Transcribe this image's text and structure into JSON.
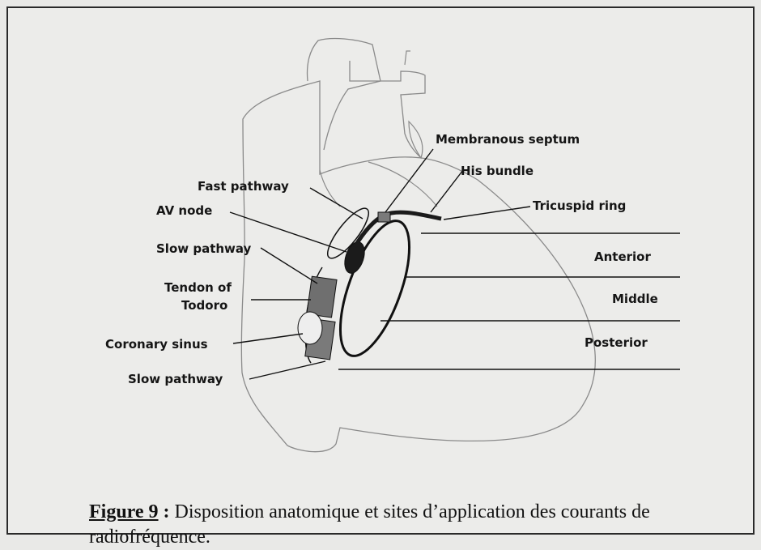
{
  "labels": {
    "membranous_septum": "Membranous septum",
    "his_bundle": "His bundle",
    "fast_pathway": "Fast pathway",
    "tricuspid_ring": "Tricuspid ring",
    "av_node": "AV node",
    "slow_pathway_upper": "Slow pathway",
    "anterior": "Anterior",
    "tendon_line1": "Tendon of",
    "tendon_line2": "Todoro",
    "middle": "Middle",
    "posterior": "Posterior",
    "coronary_sinus": "Coronary sinus",
    "slow_pathway_lower": "Slow pathway"
  },
  "caption": {
    "figure_number": "Figure 9",
    "separator": " : ",
    "text": "Disposition anatomique et sites d’application des courants de radiofréquence."
  }
}
